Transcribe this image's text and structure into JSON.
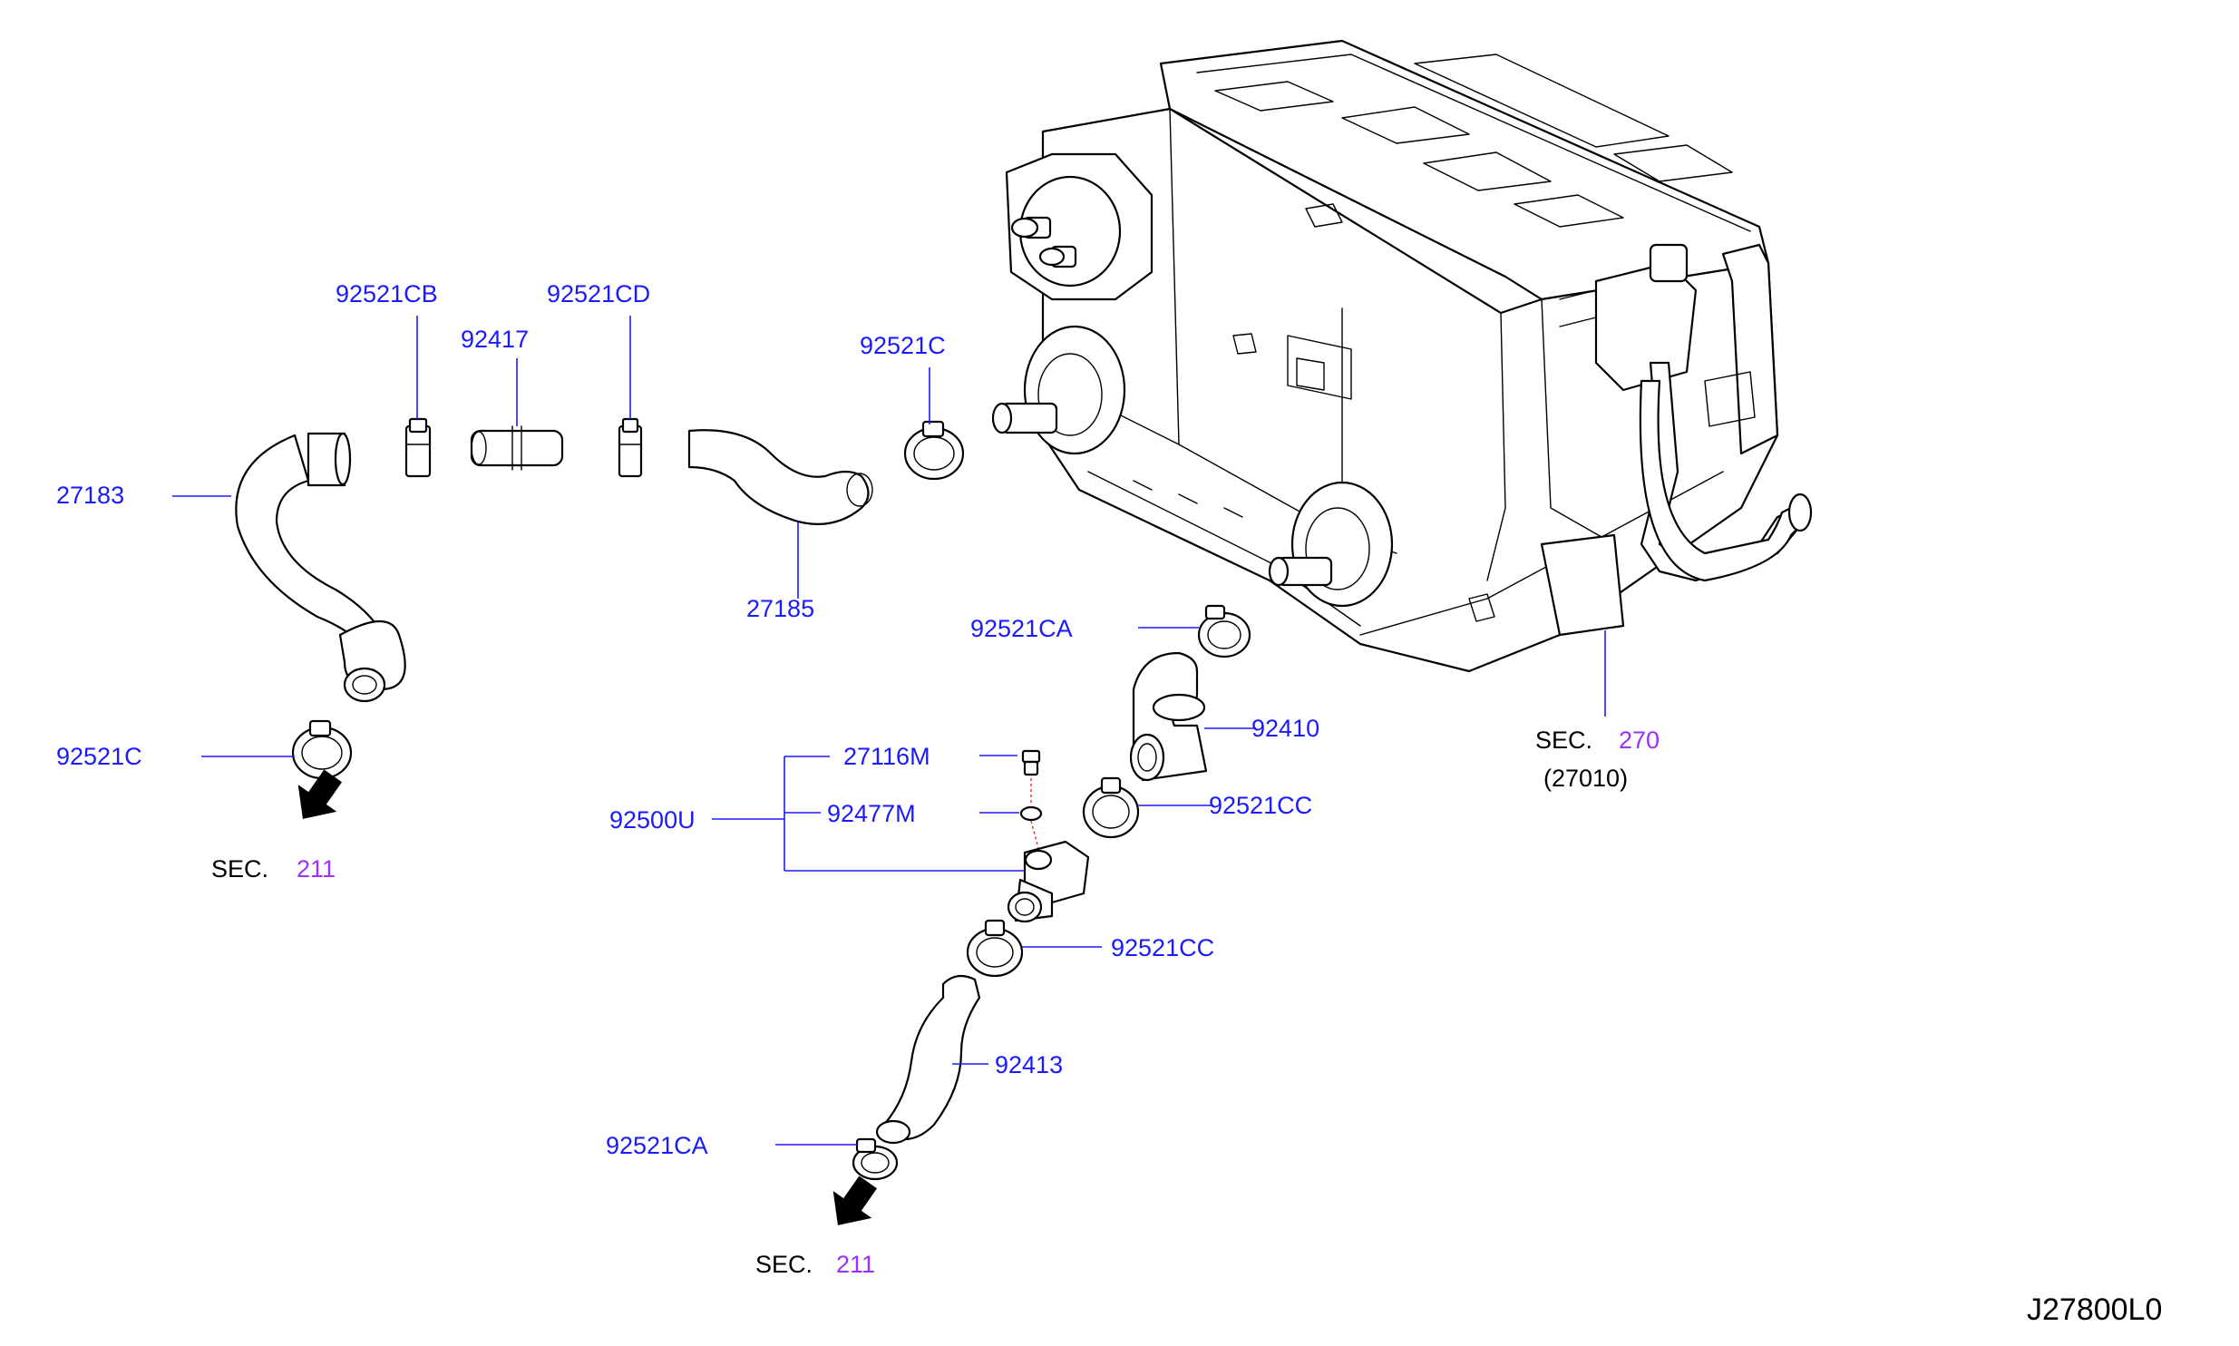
{
  "diagram": {
    "drawing_code": "J27800L0",
    "parts": [
      {
        "id": "27183",
        "label": "27183"
      },
      {
        "id": "92521CB",
        "label": "92521CB"
      },
      {
        "id": "92417",
        "label": "92417"
      },
      {
        "id": "92521CD",
        "label": "92521CD"
      },
      {
        "id": "27185",
        "label": "27185"
      },
      {
        "id": "92521C_top",
        "label": "92521C"
      },
      {
        "id": "92521C_left",
        "label": "92521C"
      },
      {
        "id": "92521CA_top",
        "label": "92521CA"
      },
      {
        "id": "92410",
        "label": "92410"
      },
      {
        "id": "27116M",
        "label": "27116M"
      },
      {
        "id": "92477M",
        "label": "92477M"
      },
      {
        "id": "92500U",
        "label": "92500U"
      },
      {
        "id": "92521CC_top",
        "label": "92521CC"
      },
      {
        "id": "92521CC_bottom",
        "label": "92521CC"
      },
      {
        "id": "92413",
        "label": "92413"
      },
      {
        "id": "92521CA_bottom",
        "label": "92521CA"
      }
    ],
    "section_refs": [
      {
        "id": "sec211_left",
        "prefix": "SEC.",
        "number": "211"
      },
      {
        "id": "sec211_bottom",
        "prefix": "SEC.",
        "number": "211"
      },
      {
        "id": "sec270",
        "prefix": "SEC.",
        "number": "270",
        "sub": "(27010)"
      }
    ],
    "colors": {
      "label": "#1a1aff",
      "section_number": "#9b30ff",
      "text": "#000000"
    },
    "icons": [
      "direction-arrow-icon"
    ]
  }
}
